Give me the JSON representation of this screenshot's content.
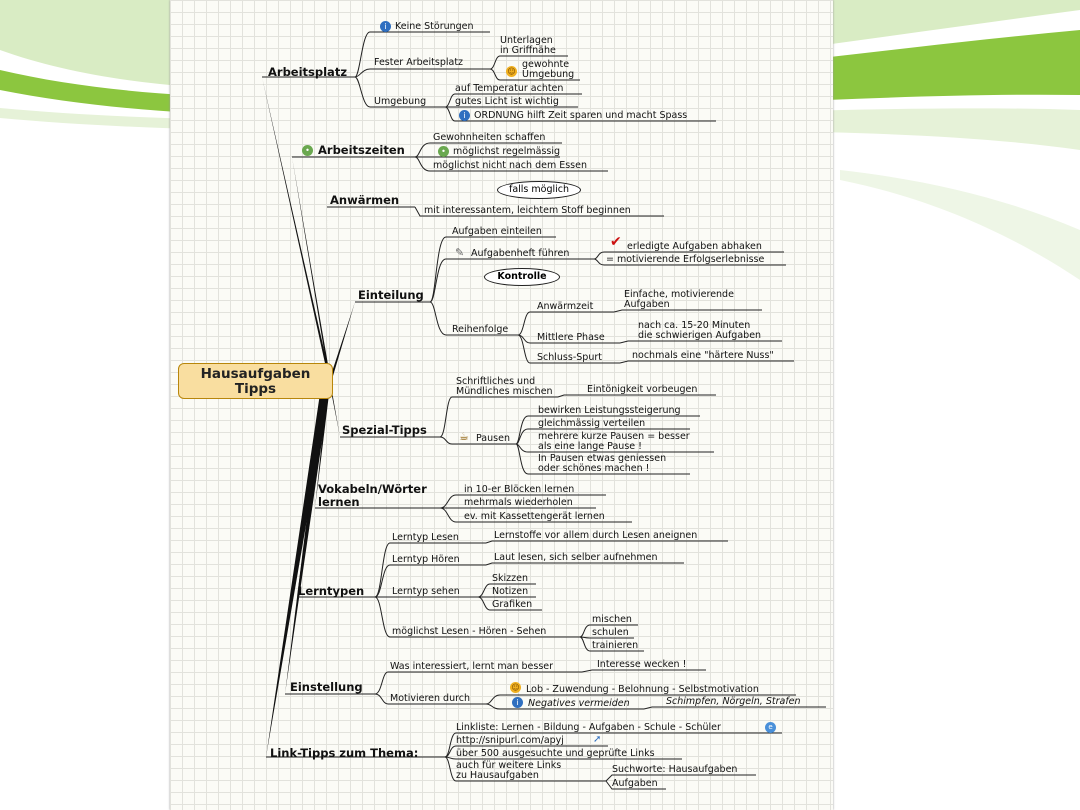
{
  "center": {
    "title_line1": "Hausaufgaben",
    "title_line2": "Tipps"
  },
  "arbeitsplatz": {
    "label": "Arbeitsplatz",
    "keine_stoerungen": "Keine Störungen",
    "fester": "Fester Arbeitsplatz",
    "unterlagen_1": "Unterlagen",
    "unterlagen_2": "in Griffnähe",
    "gewohnte_1": "gewohnte",
    "gewohnte_2": "Umgebung",
    "umgebung": "Umgebung",
    "temperatur": "auf Temperatur achten",
    "licht": "gutes Licht ist wichtig",
    "ordnung": "ORDNUNG hilft Zeit sparen und macht Spass"
  },
  "arbeitszeiten": {
    "label": "Arbeitszeiten",
    "gewohnheiten": "Gewohnheiten schaffen",
    "regelmaessig": "möglichst regelmässig",
    "essen": "möglichst nicht nach dem Essen"
  },
  "anwaermen": {
    "label": "Anwärmen",
    "falls": "falls möglich",
    "stoff": "mit interessantem, leichtem Stoff beginnen"
  },
  "einteilung": {
    "label": "Einteilung",
    "aufgaben_einteilen": "Aufgaben einteilen",
    "aufgabenheft": "Aufgabenheft führen",
    "abhaken": "erledigte Aufgaben abhaken",
    "erfolgs": "= motivierende Erfolgserlebnisse",
    "kontrolle": "Kontrolle",
    "reihenfolge": "Reihenfolge",
    "anwaermzeit": "Anwärmzeit",
    "einfache_1": "Einfache, motivierende",
    "einfache_2": "Aufgaben",
    "mittlere": "Mittlere Phase",
    "minuten_1": "nach ca. 15-20 Minuten",
    "minuten_2": "die schwierigen Aufgaben",
    "spurt": "Schluss-Spurt",
    "nuss": "nochmals eine \"härtere Nuss\""
  },
  "spezial": {
    "label": "Spezial-Tipps",
    "schriftlich_1": "Schriftliches und",
    "schriftlich_2": "Mündliches mischen",
    "eintoenigkeit": "Eintönigkeit vorbeugen",
    "pausen": "Pausen",
    "leistung": "bewirken Leistungssteigerung",
    "gleich": "gleichmässig verteilen",
    "mehrere_1": "mehrere kurze Pausen = besser",
    "mehrere_2": "als eine lange Pause !",
    "geniessen_1": "In Pausen etwas geniessen",
    "geniessen_2": "oder schönes machen !"
  },
  "vokabeln": {
    "label_1": "Vokabeln/Wörter",
    "label_2": "lernen",
    "bloecke": "in 10-er Blöcken lernen",
    "mehrmals": "mehrmals wiederholen",
    "kassette": "ev. mit Kassettengerät lernen"
  },
  "lerntypen": {
    "label": "Lerntypen",
    "lesen": "Lerntyp Lesen",
    "lesen_txt": "Lernstoffe vor allem durch Lesen aneignen",
    "hoeren": "Lerntyp Hören",
    "hoeren_txt": "Laut lesen, sich selber aufnehmen",
    "sehen": "Lerntyp sehen",
    "skizzen": "Skizzen",
    "notizen": "Notizen",
    "grafiken": "Grafiken",
    "moeglichst": "möglichst Lesen - Hören - Sehen",
    "mischen": "mischen",
    "schulen": "schulen",
    "trainieren": "trainieren"
  },
  "einstellung": {
    "label": "Einstellung",
    "interessiert": "Was interessiert, lernt man besser",
    "wecken": "Interesse wecken !",
    "motivieren": "Motivieren durch",
    "lob": "Lob - Zuwendung - Belohnung - Selbstmotivation",
    "negatives": "Negatives vermeiden",
    "schimpfen": "Schimpfen, Nörgeln, Strafen"
  },
  "links": {
    "label": "Link-Tipps zum Thema:",
    "linkliste": "Linkliste: Lernen - Bildung - Aufgaben - Schule - Schüler",
    "url": "http://snipurl.com/apyj",
    "ueber": "über 500 ausgesuchte und geprüfte Links",
    "weitere_1": "auch für weitere Links",
    "weitere_2": "zu Hausaufgaben",
    "suchworte": "Suchworte: Hausaufgaben",
    "aufgaben": "Aufgaben"
  },
  "colors": {
    "accent_green": "#8cc63f",
    "node_fill": "#f9dea0",
    "check_red": "#cc1111",
    "info_blue": "#2f6fc0"
  }
}
